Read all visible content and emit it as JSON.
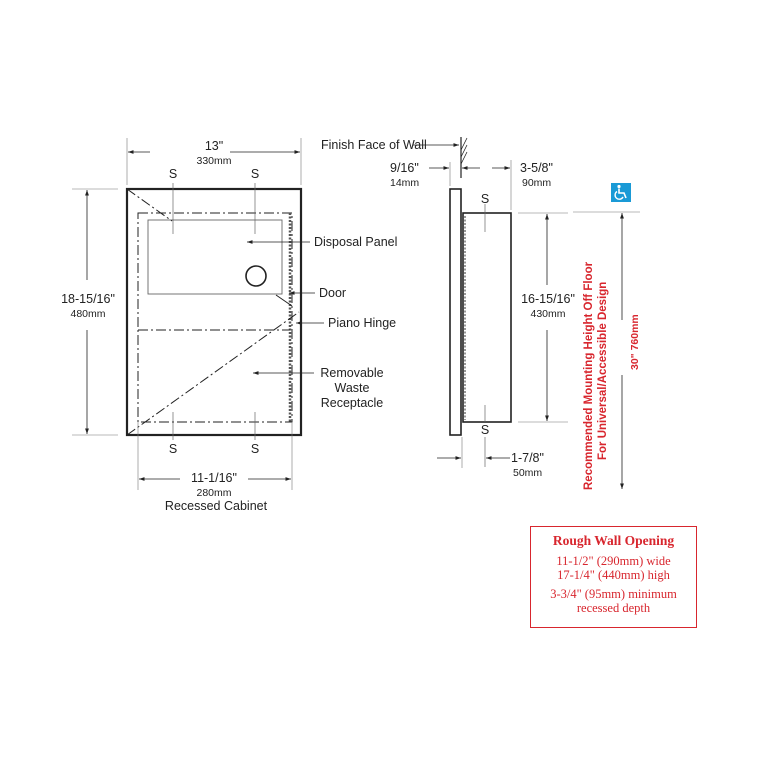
{
  "front_view": {
    "width_in": "13\"",
    "width_mm": "330mm",
    "height_in": "18-15/16\"",
    "height_mm": "480mm",
    "cabinet_width_in": "11-1/16\"",
    "cabinet_width_mm": "280mm",
    "caption": "Recessed Cabinet",
    "stud_marker": "S",
    "callouts": {
      "disposal_panel": "Disposal Panel",
      "door": "Door",
      "piano_hinge": "Piano Hinge",
      "receptacle_line1": "Removable",
      "receptacle_line2": "Waste",
      "receptacle_line3": "Receptacle"
    }
  },
  "side_view": {
    "wall_label": "Finish Face of Wall",
    "flange_in": "9/16\"",
    "flange_mm": "14mm",
    "depth_in": "3-5/8\"",
    "depth_mm": "90mm",
    "body_height_in": "16-15/16\"",
    "body_height_mm": "430mm",
    "projection_in": "1-7/8\"",
    "projection_mm": "50mm",
    "stud_marker": "S"
  },
  "mounting": {
    "line1": "Recommended Mounting Height Off Floor",
    "line2": "For Universal/Accessible Design",
    "height": "30\"  760mm",
    "icon": "wheelchair-accessibility-icon",
    "accent_color": "#d8262e",
    "icon_color": "#1a9ad6"
  },
  "rough_opening": {
    "title": "Rough Wall Opening",
    "width": "11-1/2\" (290mm) wide",
    "height": "17-1/4\" (440mm) high",
    "depth_line1": "3-3/4\" (95mm) minimum",
    "depth_line2": "recessed depth"
  }
}
